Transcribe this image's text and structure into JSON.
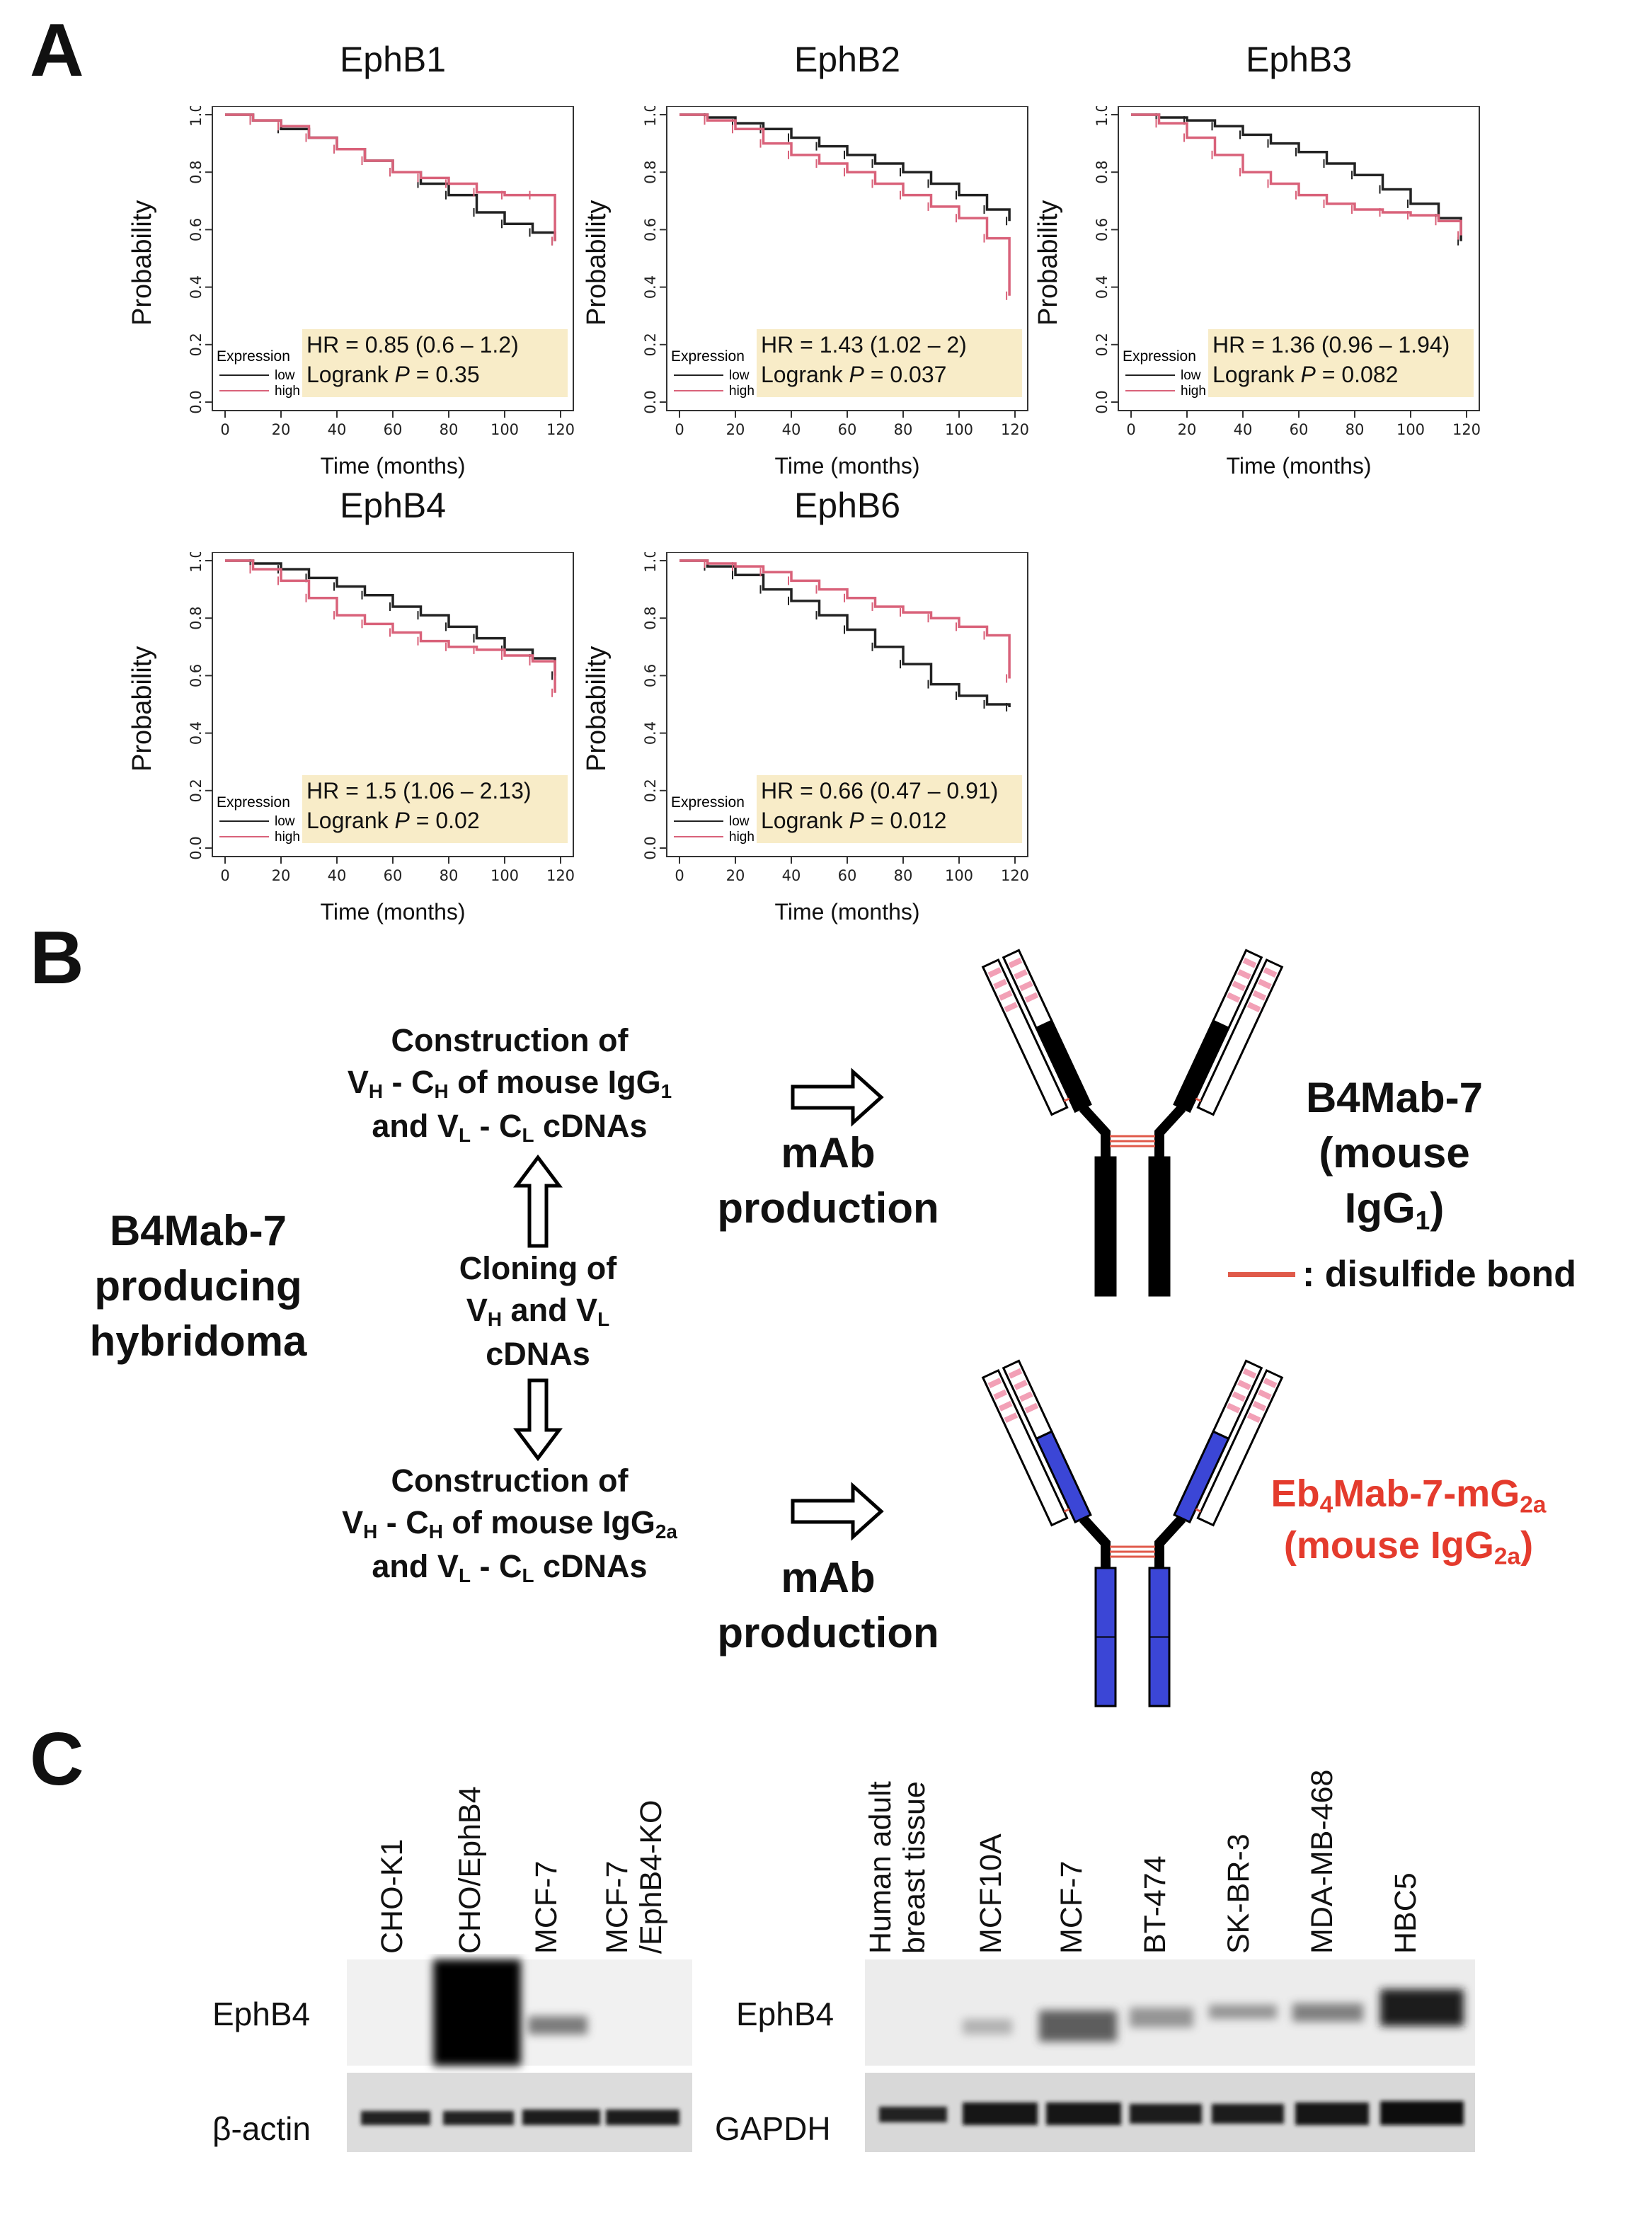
{
  "panel_a": {
    "letter": "A",
    "charts": [
      {
        "gene": "EphB1",
        "hr": "HR = 0.85 (0.6 – 1.2)",
        "logrank_pre": "Logrank ",
        "p_italic": "P",
        "logrank_post": " = 0.35"
      },
      {
        "gene": "EphB2",
        "hr": "HR = 1.43 (1.02 – 2)",
        "logrank_pre": "Logrank ",
        "p_italic": "P",
        "logrank_post": " = 0.037"
      },
      {
        "gene": "EphB3",
        "hr": "HR = 1.36 (0.96 – 1.94)",
        "logrank_pre": "Logrank ",
        "p_italic": "P",
        "logrank_post": " = 0.082"
      },
      {
        "gene": "EphB4",
        "hr": "HR = 1.5 (1.06 – 2.13)",
        "logrank_pre": "Logrank ",
        "p_italic": "P",
        "logrank_post": " = 0.02"
      },
      {
        "gene": "EphB6",
        "hr": "HR = 0.66 (0.47 – 0.91)",
        "logrank_pre": "Logrank ",
        "p_italic": "P",
        "logrank_post": " = 0.012"
      }
    ],
    "common": {
      "ylabel": "Probability",
      "xlabel": "Time (months)",
      "legend_title": "Expression",
      "legend_low": "low",
      "legend_high": "high",
      "xticks": [
        "0",
        "20",
        "40",
        "60",
        "80",
        "100",
        "120"
      ],
      "yticks": [
        "0.0",
        "0.2",
        "0.4",
        "0.6",
        "0.8",
        "1.0"
      ],
      "low_color": "#222222",
      "high_color": "#d9627a"
    }
  },
  "chart_data": [
    {
      "type": "line",
      "title": "EphB1",
      "xlabel": "Time (months)",
      "ylabel": "Probability",
      "xlim": [
        0,
        120
      ],
      "ylim": [
        0,
        1
      ],
      "x": [
        0,
        10,
        20,
        30,
        40,
        50,
        60,
        70,
        80,
        90,
        100,
        110,
        118
      ],
      "series": [
        {
          "name": "low",
          "values": [
            1.0,
            0.98,
            0.95,
            0.92,
            0.88,
            0.84,
            0.8,
            0.76,
            0.72,
            0.66,
            0.62,
            0.59,
            0.56
          ]
        },
        {
          "name": "high",
          "values": [
            1.0,
            0.98,
            0.96,
            0.92,
            0.88,
            0.84,
            0.8,
            0.78,
            0.76,
            0.73,
            0.72,
            0.72,
            0.56
          ]
        }
      ]
    },
    {
      "type": "line",
      "title": "EphB2",
      "xlabel": "Time (months)",
      "ylabel": "Probability",
      "xlim": [
        0,
        120
      ],
      "ylim": [
        0,
        1
      ],
      "x": [
        0,
        10,
        20,
        30,
        40,
        50,
        60,
        70,
        80,
        90,
        100,
        110,
        118
      ],
      "series": [
        {
          "name": "low",
          "values": [
            1.0,
            0.99,
            0.97,
            0.95,
            0.92,
            0.89,
            0.86,
            0.83,
            0.8,
            0.76,
            0.72,
            0.67,
            0.63
          ]
        },
        {
          "name": "high",
          "values": [
            1.0,
            0.98,
            0.95,
            0.9,
            0.86,
            0.83,
            0.8,
            0.76,
            0.72,
            0.68,
            0.64,
            0.57,
            0.37
          ]
        }
      ]
    },
    {
      "type": "line",
      "title": "EphB3",
      "xlabel": "Time (months)",
      "ylabel": "Probability",
      "xlim": [
        0,
        120
      ],
      "ylim": [
        0,
        1
      ],
      "x": [
        0,
        10,
        20,
        30,
        40,
        50,
        60,
        70,
        80,
        90,
        100,
        110,
        118
      ],
      "series": [
        {
          "name": "low",
          "values": [
            1.0,
            0.99,
            0.98,
            0.96,
            0.93,
            0.9,
            0.87,
            0.83,
            0.79,
            0.74,
            0.69,
            0.64,
            0.56
          ]
        },
        {
          "name": "high",
          "values": [
            1.0,
            0.97,
            0.92,
            0.86,
            0.8,
            0.76,
            0.72,
            0.69,
            0.67,
            0.66,
            0.65,
            0.63,
            0.58
          ]
        }
      ]
    },
    {
      "type": "line",
      "title": "EphB4",
      "xlabel": "Time (months)",
      "ylabel": "Probability",
      "xlim": [
        0,
        120
      ],
      "ylim": [
        0,
        1
      ],
      "x": [
        0,
        10,
        20,
        30,
        40,
        50,
        60,
        70,
        80,
        90,
        100,
        110,
        118
      ],
      "series": [
        {
          "name": "low",
          "values": [
            1.0,
            0.99,
            0.97,
            0.94,
            0.91,
            0.88,
            0.84,
            0.81,
            0.77,
            0.73,
            0.69,
            0.66,
            0.6
          ]
        },
        {
          "name": "high",
          "values": [
            1.0,
            0.97,
            0.93,
            0.87,
            0.81,
            0.78,
            0.75,
            0.72,
            0.7,
            0.69,
            0.67,
            0.65,
            0.54
          ]
        }
      ]
    },
    {
      "type": "line",
      "title": "EphB6",
      "xlabel": "Time (months)",
      "ylabel": "Probability",
      "xlim": [
        0,
        120
      ],
      "ylim": [
        0,
        1
      ],
      "x": [
        0,
        10,
        20,
        30,
        40,
        50,
        60,
        70,
        80,
        90,
        100,
        110,
        118
      ],
      "series": [
        {
          "name": "low",
          "values": [
            1.0,
            0.98,
            0.95,
            0.9,
            0.86,
            0.81,
            0.76,
            0.7,
            0.64,
            0.57,
            0.53,
            0.5,
            0.49
          ]
        },
        {
          "name": "high",
          "values": [
            1.0,
            0.99,
            0.98,
            0.96,
            0.93,
            0.9,
            0.87,
            0.84,
            0.82,
            0.8,
            0.77,
            0.74,
            0.59
          ]
        }
      ]
    }
  ],
  "panel_b": {
    "letter": "B",
    "hybridoma": [
      "B4Mab-7",
      "producing",
      "hybridoma"
    ],
    "top_construct": {
      "l1": "Construction of",
      "l2_v": "V",
      "l2_vsub": "H",
      "l2_mid": " - C",
      "l2_csub": "H",
      "l2_tail": " of mouse IgG",
      "l2_tailsub": "1",
      "l3_a": "and V",
      "l3_asub": "L",
      "l3_b": " - C",
      "l3_bsub": "L",
      "l3_c": " cDNAs"
    },
    "cloning": {
      "l1": "Cloning of",
      "l2_a": "V",
      "l2_asub": "H",
      "l2_b": " and V",
      "l2_bsub": "L",
      "l3": "cDNAs"
    },
    "bottom_construct": {
      "l1": "Construction of",
      "l2_v": "V",
      "l2_vsub": "H",
      "l2_mid": " - C",
      "l2_csub": "H",
      "l2_tail": " of mouse IgG",
      "l2_tailsub": "2a",
      "l3_a": "and V",
      "l3_asub": "L",
      "l3_b": " - C",
      "l3_bsub": "L",
      "l3_c": " cDNAs"
    },
    "mab_top": [
      "mAb",
      "production"
    ],
    "mab_bottom": [
      "mAb",
      "production"
    ],
    "igg1_name": {
      "l1": "B4Mab-7",
      "l2": "(mouse",
      "l3": "IgG",
      "l3sub": "1",
      "l3end": ")"
    },
    "igg2a_name": {
      "l1a": "Eb",
      "l1asub": "4",
      "l1b": "Mab-7-mG",
      "l1bsub": "2a",
      "l2a": "(mouse IgG",
      "l2sub": "2a",
      "l2b": ")"
    },
    "legend": ": disulfide bond",
    "colors": {
      "heavy_igg1": "#000000",
      "heavy_igg2a": "#3b46d6",
      "disulfide": "#e05a4a",
      "cdr": "#f2a0b6"
    }
  },
  "panel_c": {
    "letter": "C",
    "left_lanes": [
      "CHO-K1",
      "CHO/EphB4",
      "MCF-7",
      "MCF-7",
      "/EphB4-KO"
    ],
    "right_lanes": [
      "Human adult",
      "breast tissue",
      "MCF10A",
      "MCF-7",
      "BT-474",
      "SK-BR-3",
      "MDA-MB-468",
      "HBC5"
    ],
    "left_row1": "EphB4",
    "left_row2": "β-actin",
    "right_row1": "EphB4",
    "right_row2": "GAPDH"
  }
}
